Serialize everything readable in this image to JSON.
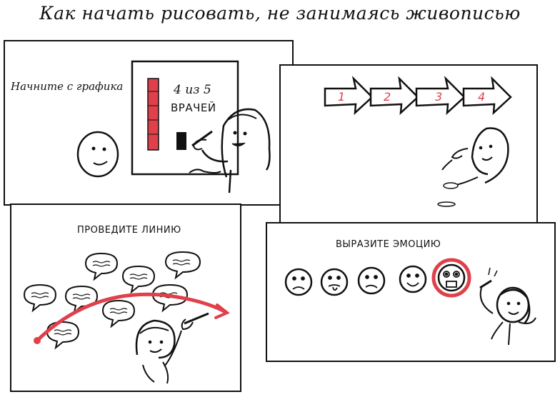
{
  "title": "Как начать рисовать, не занимаясь живописью",
  "panels": {
    "chart": {
      "caption": "Начните с графика",
      "stat_line1": "4 из 5",
      "stat_line2": "ВРАЧЕЙ"
    },
    "arrows": {
      "steps": [
        "1",
        "2",
        "3",
        "4"
      ]
    },
    "line": {
      "caption": "ПРОВЕДИТЕ ЛИНИЮ"
    },
    "emotion": {
      "caption": "ВЫРАЗИТЕ ЭМОЦИЮ"
    }
  },
  "colors": {
    "accent": "#e0404a",
    "ink": "#111111"
  }
}
